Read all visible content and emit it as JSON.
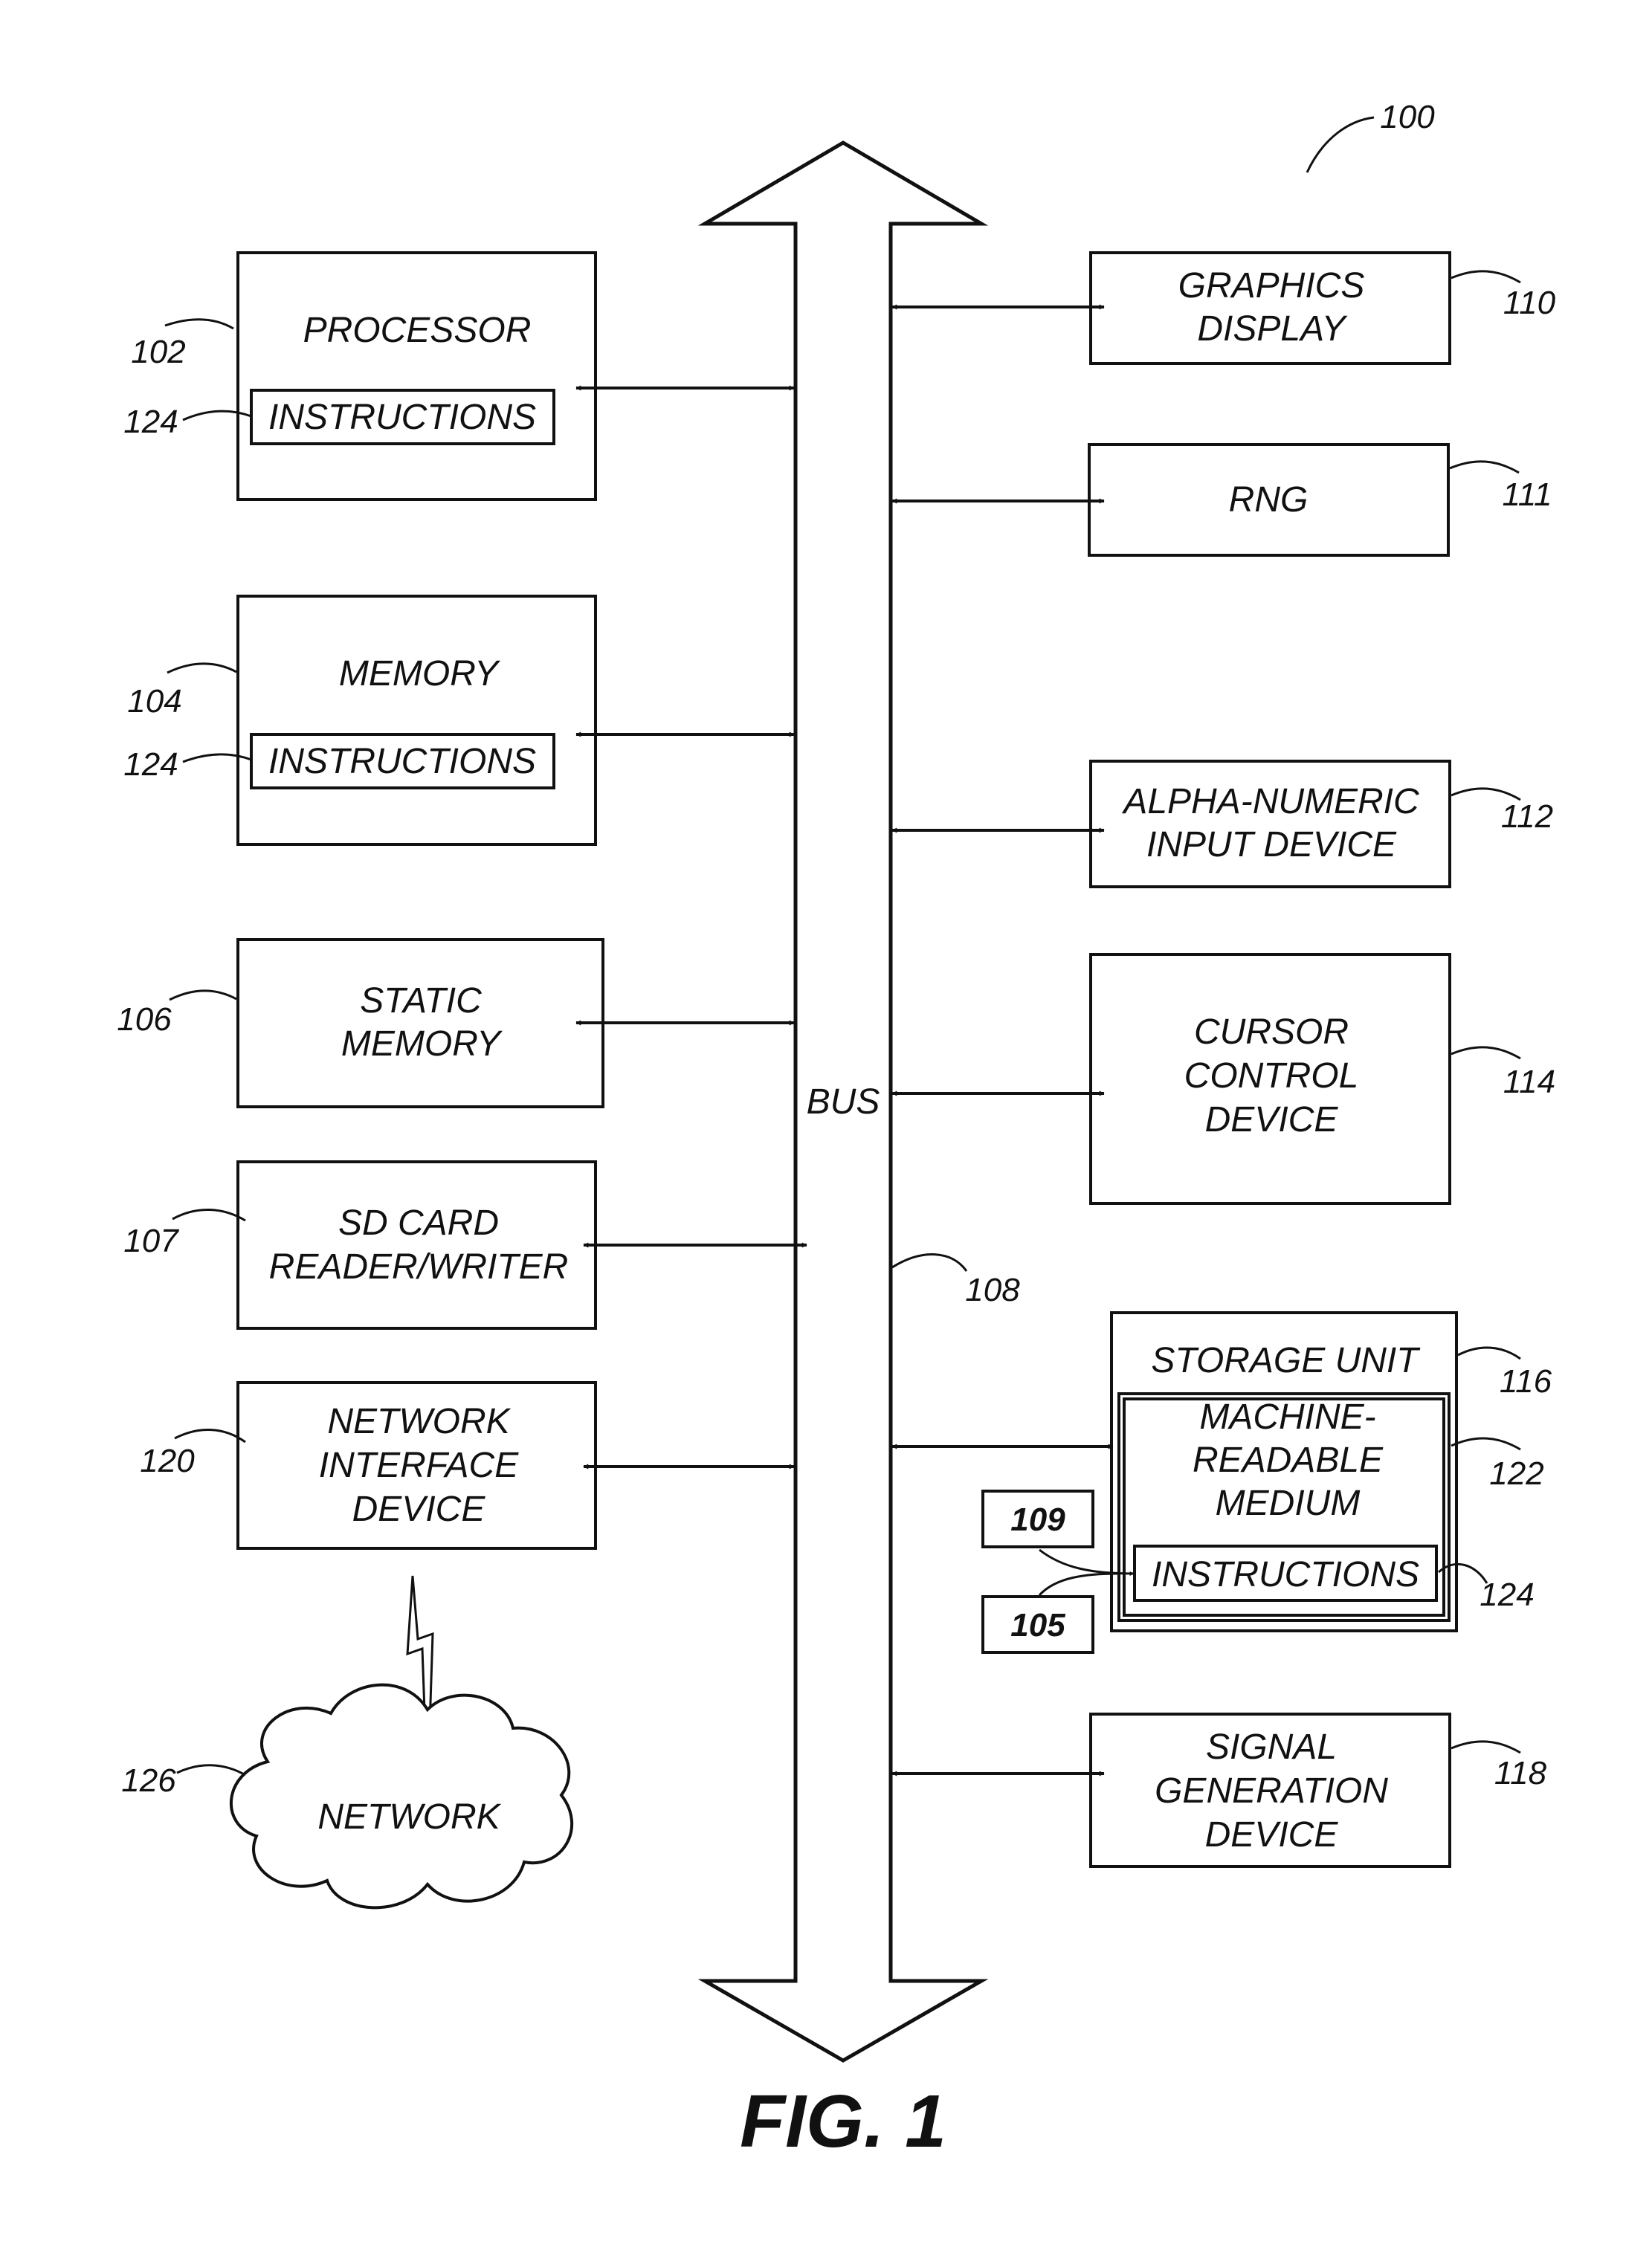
{
  "figure": {
    "ref": "100",
    "caption": "FIG. 1"
  },
  "bus": {
    "label": "BUS",
    "ref": "108"
  },
  "left_blocks": {
    "processor": {
      "label": "PROCESSOR",
      "ref": "102",
      "inner_label": "INSTRUCTIONS",
      "inner_ref": "124"
    },
    "memory": {
      "label": "MEMORY",
      "ref": "104",
      "inner_label": "INSTRUCTIONS",
      "inner_ref": "124"
    },
    "static_memory": {
      "line1": "STATIC",
      "line2": "MEMORY",
      "ref": "106"
    },
    "sd_card": {
      "line1": "SD CARD",
      "line2": "READER/WRITER",
      "ref": "107"
    },
    "network_interface": {
      "line1": "NETWORK",
      "line2": "INTERFACE",
      "line3": "DEVICE",
      "ref": "120"
    },
    "network": {
      "label": "NETWORK",
      "ref": "126"
    }
  },
  "right_blocks": {
    "graphics_display": {
      "line1": "GRAPHICS",
      "line2": "DISPLAY",
      "ref": "110"
    },
    "rng": {
      "label": "RNG",
      "ref": "111"
    },
    "alphanumeric": {
      "line1": "ALPHA-NUMERIC",
      "line2": "INPUT DEVICE",
      "ref": "112"
    },
    "cursor_control": {
      "line1": "CURSOR",
      "line2": "CONTROL",
      "line3": "DEVICE",
      "ref": "114"
    },
    "storage_unit": {
      "label": "STORAGE UNIT",
      "ref": "116",
      "medium_line1": "MACHINE-",
      "medium_line2": "READABLE",
      "medium_line3": "MEDIUM",
      "medium_ref": "122",
      "inner_label": "INSTRUCTIONS",
      "inner_ref": "124",
      "tag_a": "109",
      "tag_b": "105"
    },
    "signal_generation": {
      "line1": "SIGNAL",
      "line2": "GENERATION",
      "line3": "DEVICE",
      "ref": "118"
    }
  }
}
